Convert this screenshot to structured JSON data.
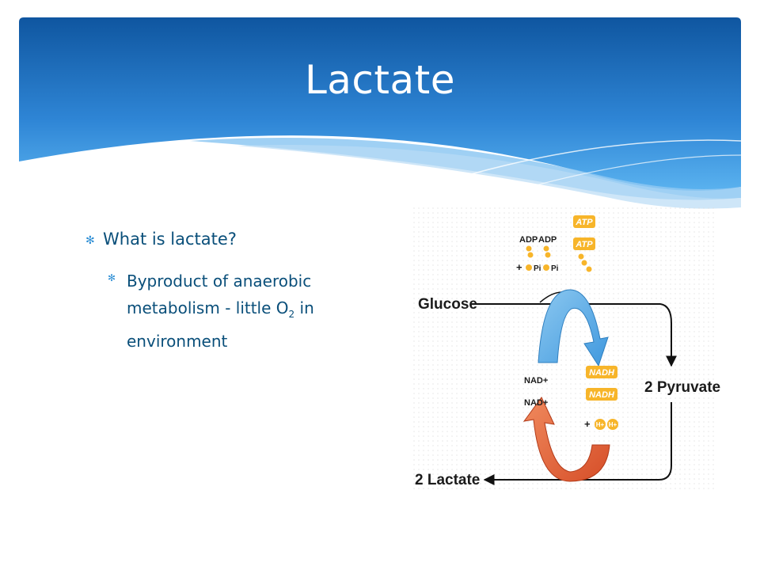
{
  "slide": {
    "title": "Lactate",
    "bullets": [
      {
        "text": "What is lactate?"
      },
      {
        "text_before": "Byproduct of anaerobic metabolism - little O",
        "subscript": "2",
        "text_after": " in environment"
      }
    ]
  },
  "diagram": {
    "glucose_label": "Glucose",
    "pyruvate_label": "2 Pyruvate",
    "lactate_label": "2 Lactate",
    "adp_label_1": "ADP",
    "adp_label_2": "ADP",
    "plus_sign_top": "+",
    "pi_label_1": "Pi",
    "pi_label_2": "Pi",
    "atp_label_1": "ATP",
    "atp_label_2": "ATP",
    "nad_label_1": "NAD+",
    "nad_label_2": "NAD+",
    "nadh_label_1": "NADH",
    "nadh_label_2": "NADH",
    "plus_sign_bottom": "+",
    "h_label_1": "H+",
    "h_label_2": "H+"
  },
  "colors": {
    "header_blue_dark": "#0f56a0",
    "header_blue_light": "#4aa3e8",
    "title_text": "#ffffff",
    "bullet_text": "#0a4f7a",
    "arrow_blue": "#5aaee8",
    "arrow_red": "#e0643c",
    "badge_yellow": "#f7b52a"
  }
}
